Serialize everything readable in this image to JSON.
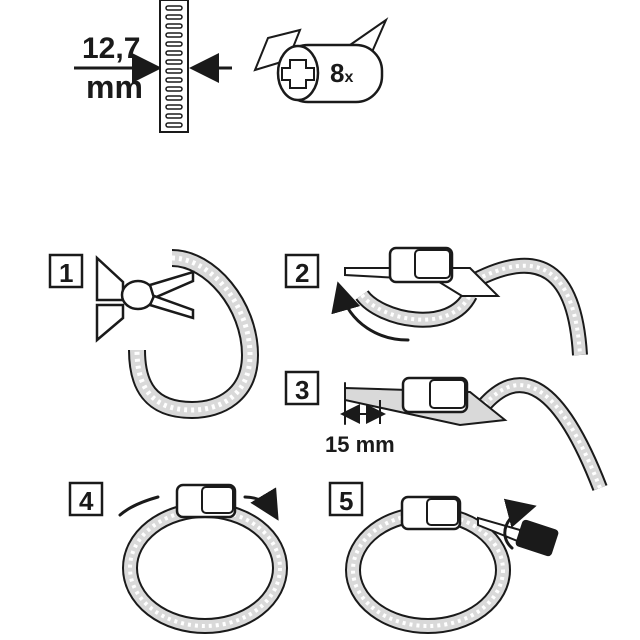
{
  "spec": {
    "width_value": "12,7",
    "width_unit": "mm",
    "quantity": "8",
    "quantity_suffix": "x"
  },
  "steps": [
    {
      "number": "1"
    },
    {
      "number": "2"
    },
    {
      "number": "3",
      "measure": "15 mm"
    },
    {
      "number": "4"
    },
    {
      "number": "5"
    }
  ],
  "colors": {
    "ink": "#1a1a1a",
    "band_fill": "#d9d9d9",
    "background": "#ffffff"
  }
}
